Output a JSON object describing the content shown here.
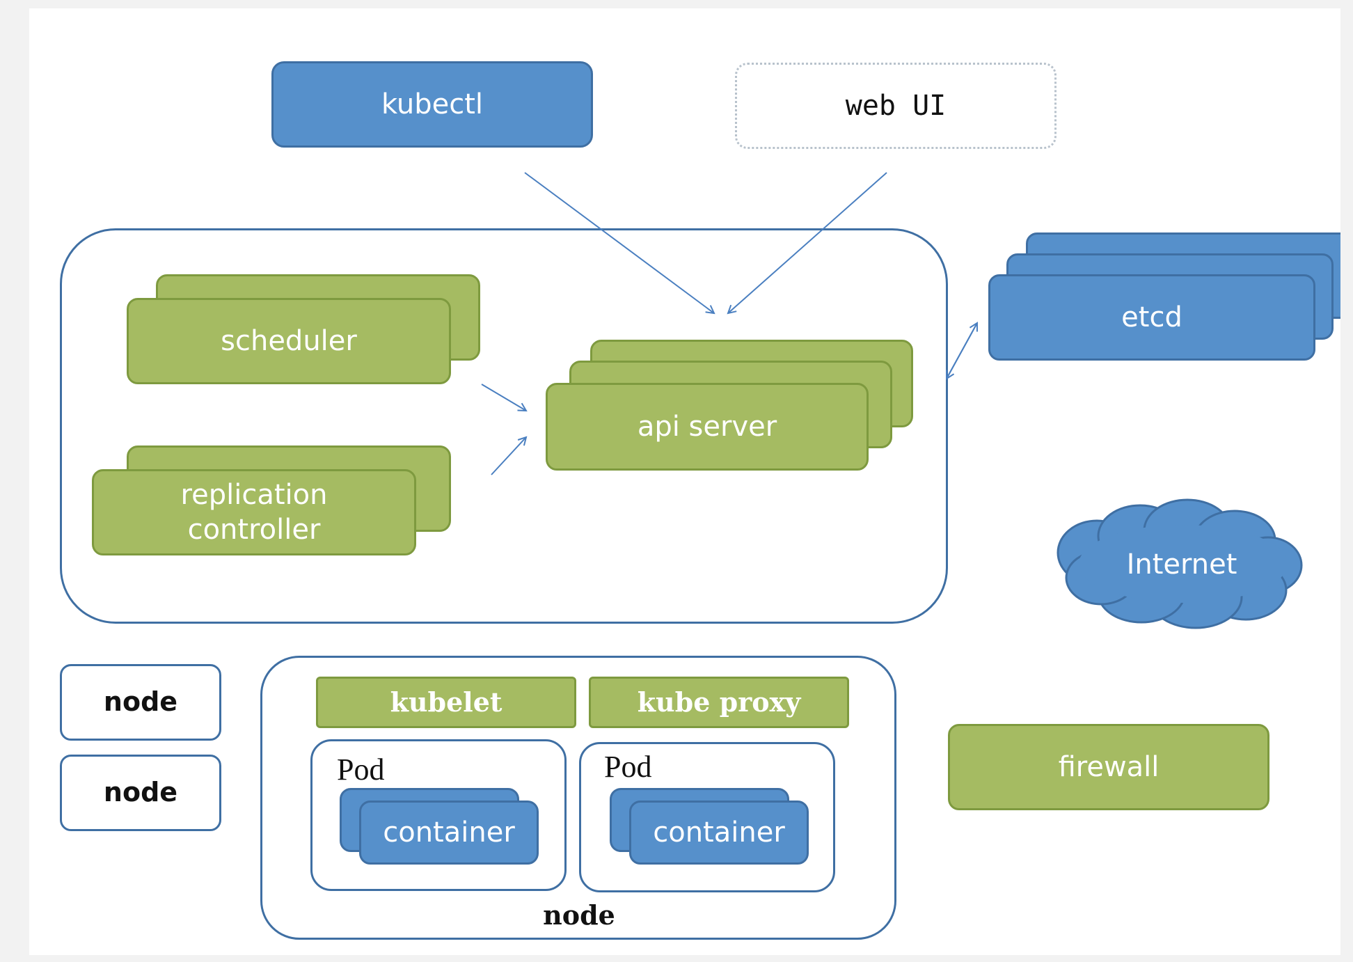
{
  "clients": {
    "kubectl": "kubectl",
    "web_ui": "web UI"
  },
  "master": {
    "scheduler": "scheduler",
    "replication_controller": "replication\ncontroller",
    "api_server": "api server"
  },
  "etcd": "etcd",
  "internet": "Internet",
  "firewall": "firewall",
  "nodes": {
    "node_small_1": "node",
    "node_small_2": "node",
    "main_node": {
      "label": "node",
      "kubelet": "kubelet",
      "kube_proxy": "kube proxy",
      "pods": [
        {
          "label": "Pod",
          "container": "container"
        },
        {
          "label": "Pod",
          "container": "container"
        }
      ]
    }
  },
  "colors": {
    "blue": "#5690cb",
    "green": "#a5bb62",
    "border_blue": "#3f6fa3"
  }
}
